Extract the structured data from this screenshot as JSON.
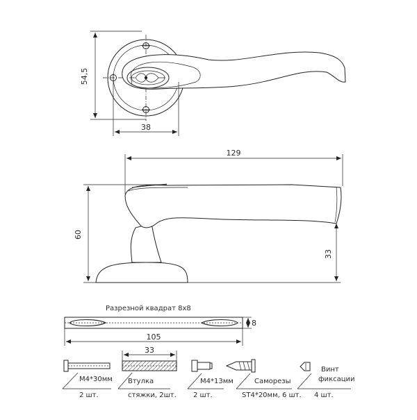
{
  "dimensions": {
    "rosette_height": "54,5",
    "rosette_width": "38",
    "handle_length": "129",
    "handle_height": "60",
    "axis_height": "33",
    "spindle_length": "105",
    "spindle_size": "8",
    "sleeve_length": "33"
  },
  "spindle": {
    "title": "Разрезной квадрат 8х8"
  },
  "parts": [
    {
      "name": "М4*30мм",
      "qty": "2 шт."
    },
    {
      "name": "Втулка",
      "qty": "стяжки, 2шт."
    },
    {
      "name": "М4*13мм",
      "qty": "2 шт."
    },
    {
      "name": "Саморезы",
      "qty": "ST4*20мм, 6 шт."
    },
    {
      "name_line1": "Винт",
      "name_line2": "фиксации",
      "qty": "4 шт."
    }
  ]
}
